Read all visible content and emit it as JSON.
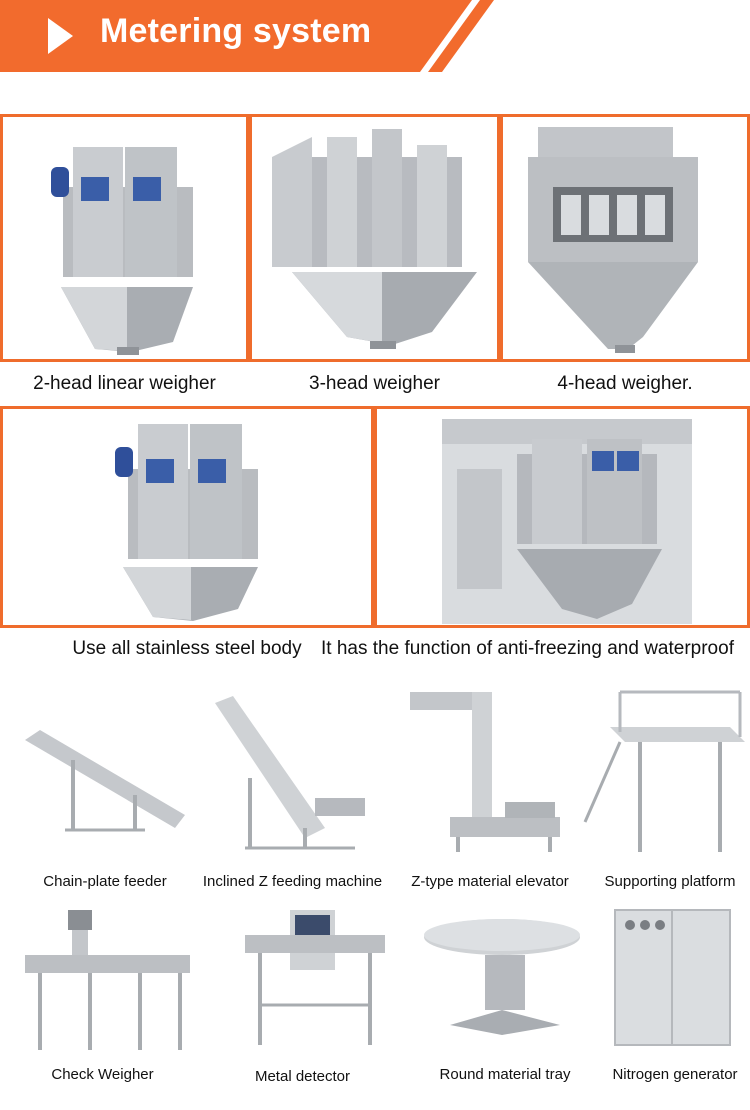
{
  "header": {
    "title": "Metering system",
    "colors": {
      "accent": "#f26b2d",
      "frame": "#ef6c2c",
      "text": "#111111"
    },
    "icon": "play-triangle-icon"
  },
  "weighers": [
    {
      "label": "2-head linear weigher",
      "icon": "two-head-weigher-photo"
    },
    {
      "label": "3-head weigher",
      "icon": "three-head-weigher-photo"
    },
    {
      "label": "4-head weigher.",
      "icon": "four-head-weigher-photo"
    }
  ],
  "features": [
    {
      "label": "Use all stainless steel body",
      "icon": "stainless-weigher-photo"
    },
    {
      "label": "It has the function of anti-freezing and waterproof",
      "icon": "waterproof-weigher-photo"
    }
  ],
  "accessories_row1": [
    {
      "label": "Chain-plate feeder",
      "icon": "chain-plate-feeder-photo"
    },
    {
      "label": "Inclined Z feeding machine",
      "icon": "inclined-z-feeder-photo"
    },
    {
      "label": "Z-type material elevator",
      "icon": "z-elevator-photo"
    },
    {
      "label": "Supporting platform",
      "icon": "platform-photo"
    }
  ],
  "accessories_row2": [
    {
      "label": "Check Weigher",
      "icon": "check-weigher-photo"
    },
    {
      "label": "Metal detector",
      "icon": "metal-detector-photo"
    },
    {
      "label": "Round material tray",
      "icon": "round-tray-photo"
    },
    {
      "label": "Nitrogen generator",
      "icon": "nitrogen-generator-photo"
    }
  ]
}
